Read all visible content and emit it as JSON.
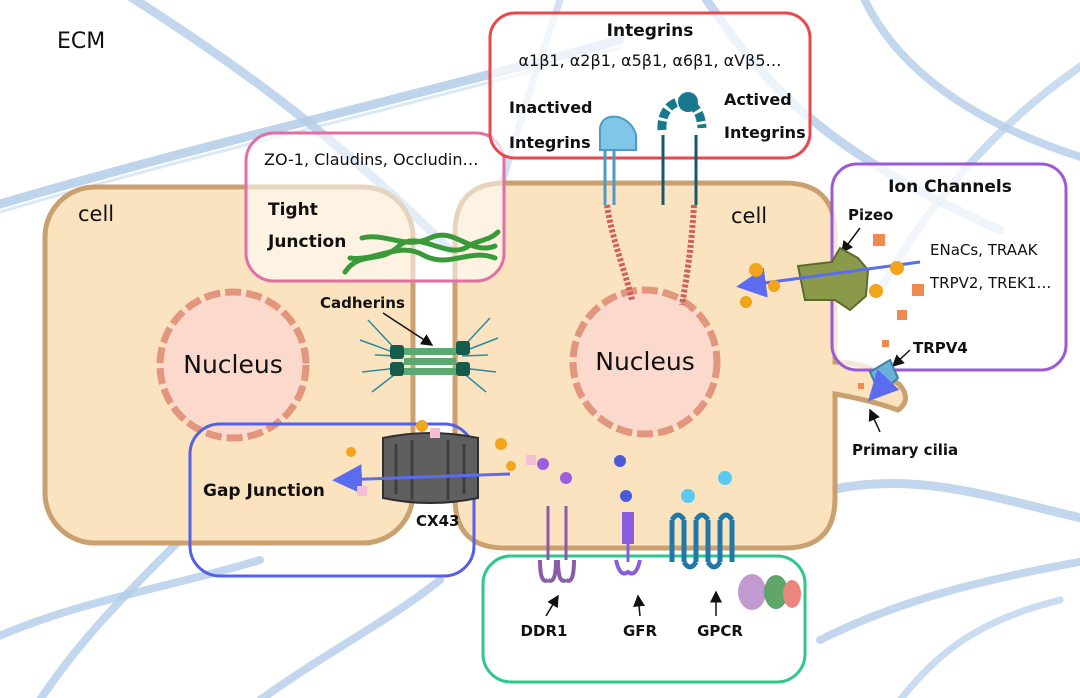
{
  "labels": {
    "ecm": "ECM",
    "cell_left": "cell",
    "cell_right": "cell",
    "nucleus_left": "Nucleus",
    "nucleus_right": "Nucleus"
  },
  "tight_junction": {
    "proteins": "ZO-1, Claudins, Occludin…",
    "title_line1": "Tight",
    "title_line2": "Junction"
  },
  "cadherins": {
    "label": "Cadherins"
  },
  "gap_junction": {
    "title": "Gap Junction",
    "connexin": "CX43"
  },
  "integrins": {
    "title": "Integrins",
    "subtypes": "α1β1, α2β1, α5β1, α6β1, αVβ5…",
    "inactive_line1": "Inactived",
    "inactive_line2": "Integrins",
    "active_line1": "Actived",
    "active_line2": "Integrins"
  },
  "ion_channels": {
    "title": "Ion Channels",
    "piezo": "Pizeo",
    "channels_line1": "ENaCs, TRAAK",
    "channels_line2": "TRPV2, TREK1…",
    "trpv4": "TRPV4"
  },
  "primary_cilia": {
    "label": "Primary cilia"
  },
  "receptors": {
    "ddr1": "DDR1",
    "gfr": "GFR",
    "gpcr": "GPCR"
  },
  "colors": {
    "cell_fill": "#fce3bf",
    "cell_border": "#caa070",
    "nucleus_fill": "#fbd9cd",
    "nucleus_border": "#e2967e",
    "tight_box": "#e26fa3",
    "integrin_box": "#e8474d",
    "ion_box": "#9b59d6",
    "gap_box": "#5560e6",
    "receptor_box": "#2ec98a",
    "arrow_blue": "#5b6cf0",
    "fiber": "#a9c8e6"
  }
}
